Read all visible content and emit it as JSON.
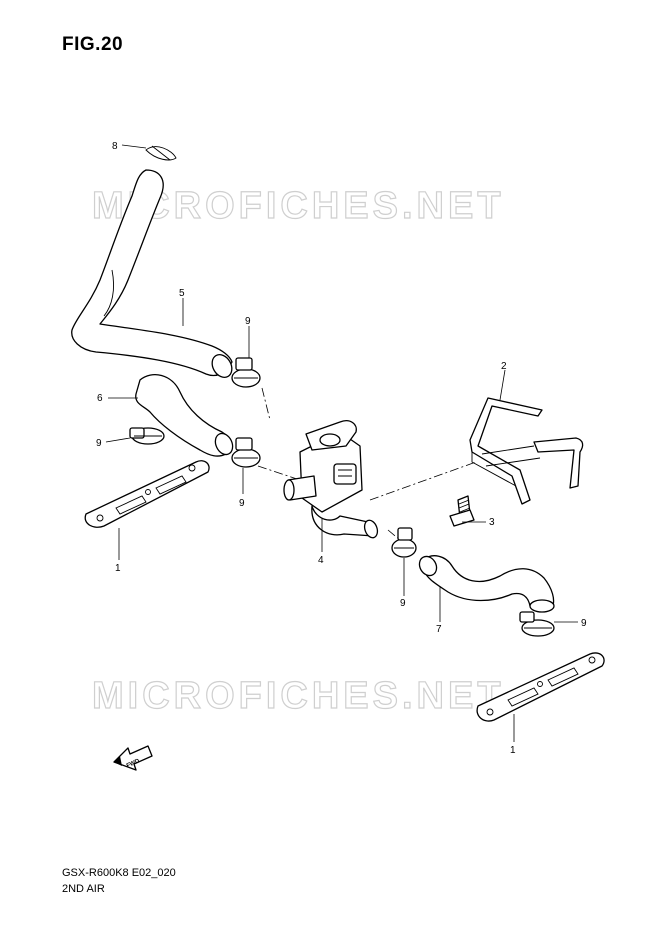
{
  "header": {
    "figure_title": "FIG.20"
  },
  "watermark": {
    "text": "MICROFICHES.NET"
  },
  "callouts": [
    {
      "id": "c8",
      "label": "8"
    },
    {
      "id": "c5",
      "label": "5"
    },
    {
      "id": "c9a",
      "label": "9"
    },
    {
      "id": "c6",
      "label": "6"
    },
    {
      "id": "c9b",
      "label": "9"
    },
    {
      "id": "c9c",
      "label": "9"
    },
    {
      "id": "c1a",
      "label": "1"
    },
    {
      "id": "c4",
      "label": "4"
    },
    {
      "id": "c2",
      "label": "2"
    },
    {
      "id": "c3",
      "label": "3"
    },
    {
      "id": "c9d",
      "label": "9"
    },
    {
      "id": "c7",
      "label": "7"
    },
    {
      "id": "c9e",
      "label": "9"
    },
    {
      "id": "c1b",
      "label": "1"
    }
  ],
  "direction_arrow": {
    "text": "FWD"
  },
  "footer": {
    "model_code": "GSX-R600K8 E02_020",
    "section_name": "2ND AIR"
  }
}
